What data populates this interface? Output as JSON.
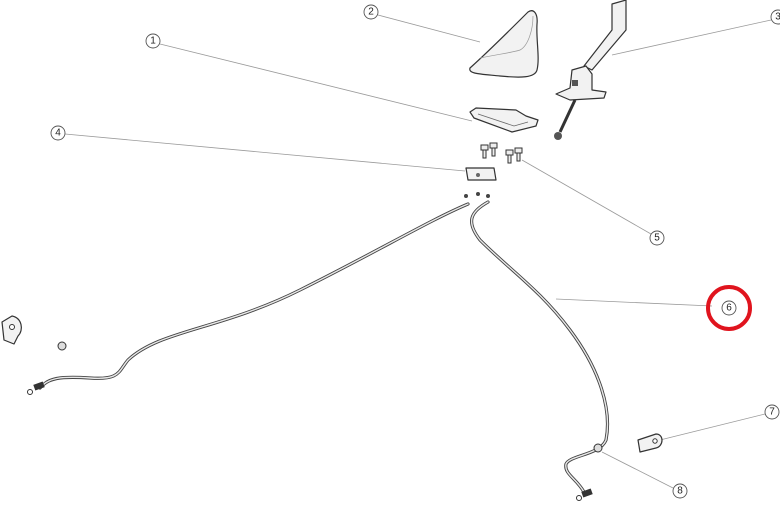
{
  "diagram": {
    "callouts": [
      "1",
      "2",
      "3",
      "4",
      "5",
      "6",
      "7",
      "8"
    ],
    "highlighted_callout": "6",
    "highlight_color": "#e0141e"
  }
}
